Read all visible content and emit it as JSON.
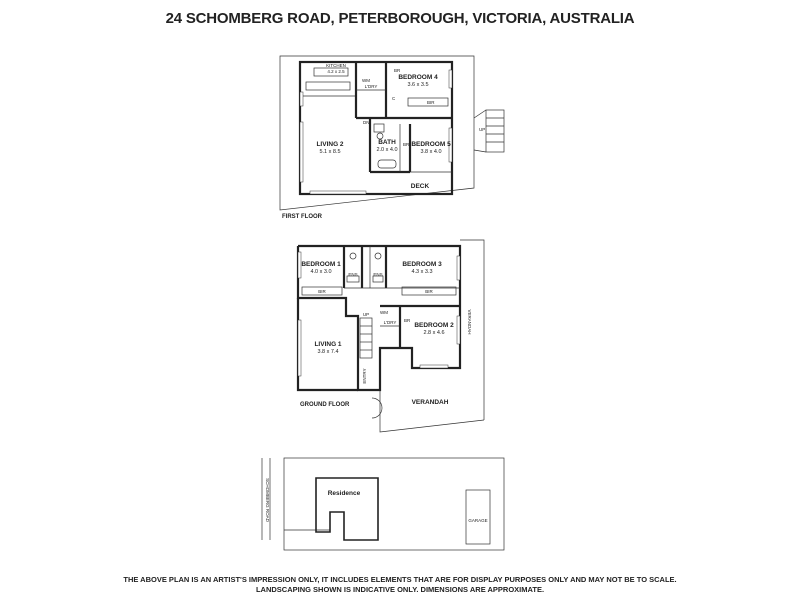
{
  "title": "24 SCHOMBERG ROAD, PETERBOROUGH, VICTORIA, AUSTRALIA",
  "first_floor": {
    "label": "FIRST FLOOR",
    "rooms": {
      "kitchen": {
        "name": "KITCHEN",
        "dims": "4.2 x 2.5"
      },
      "bedroom4": {
        "name": "BEDROOM 4",
        "dims": "3.6 x 3.5"
      },
      "living2": {
        "name": "LIVING 2",
        "dims": "5.1 x 8.5"
      },
      "bath": {
        "name": "BATH",
        "dims": "2.0 x 4.0"
      },
      "bedroom5": {
        "name": "BEDROOM 5",
        "dims": "3.8 x 4.0"
      }
    },
    "tags": {
      "br": "BR",
      "bir": "BIR",
      "ldry": "L'DRY",
      "wm": "WM",
      "c": "C",
      "dn": "DN",
      "up": "UP",
      "deck": "DECK"
    }
  },
  "ground_floor": {
    "label": "GROUND FLOOR",
    "rooms": {
      "bedroom1": {
        "name": "BEDROOM 1",
        "dims": "4.0 x 3.0"
      },
      "bedroom3": {
        "name": "BEDROOM 3",
        "dims": "4.3 x 3.3"
      },
      "bedroom2": {
        "name": "BEDROOM 2",
        "dims": "2.8 x 4.6"
      },
      "living1": {
        "name": "LIVING 1",
        "dims": "3.8 x 7.4"
      }
    },
    "tags": {
      "ens": "ENS",
      "bir": "BIR",
      "ldry": "L'DRY",
      "wm": "WM",
      "br": "BR",
      "entry": "ENTRY",
      "verandah": "VERANDAH",
      "up": "UP"
    }
  },
  "site_plan": {
    "road": "SCHOMBERG ROAD",
    "residence": "Residence",
    "garage": "GARAGE"
  },
  "disclaimer": {
    "line1": "THE ABOVE PLAN IS AN ARTIST'S IMPRESSION ONLY, IT INCLUDES ELEMENTS THAT ARE FOR DISPLAY PURPOSES ONLY AND MAY NOT BE TO SCALE.",
    "line2": "LANDSCAPING SHOWN IS INDICATIVE ONLY. DIMENSIONS ARE APPROXIMATE."
  }
}
